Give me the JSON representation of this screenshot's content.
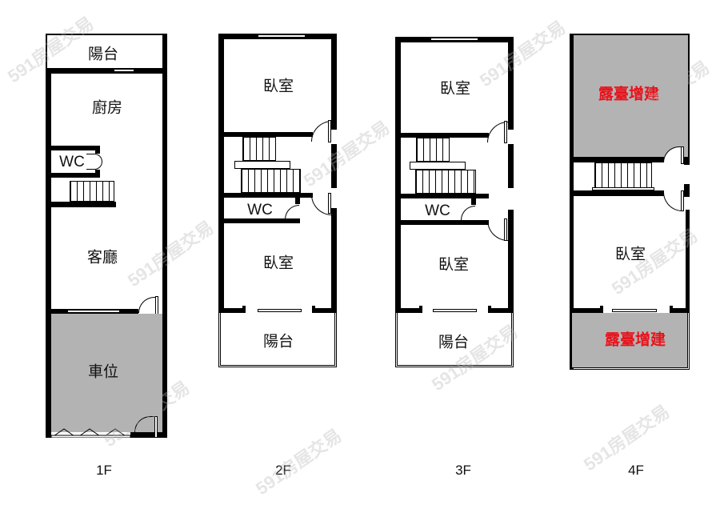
{
  "floors": [
    {
      "label": "1F",
      "rooms": {
        "balcony": "陽台",
        "kitchen": "廚房",
        "wc": "WC",
        "living_room": "客廳",
        "parking": "車位"
      }
    },
    {
      "label": "2F",
      "rooms": {
        "bedroom_front": "臥室",
        "wc": "WC",
        "bedroom_back": "臥室",
        "balcony": "陽台"
      }
    },
    {
      "label": "3F",
      "rooms": {
        "bedroom_front": "臥室",
        "wc": "WC",
        "bedroom_back": "臥室",
        "balcony": "陽台"
      }
    },
    {
      "label": "4F",
      "rooms": {
        "terrace_front": "露臺增建",
        "bedroom": "臥室",
        "terrace_back": "露臺增建"
      }
    }
  ],
  "watermark": "591房屋交易",
  "colors": {
    "wall": "#000000",
    "shaded_area": "#b3b3b3",
    "highlight_text": "#e8121b"
  }
}
